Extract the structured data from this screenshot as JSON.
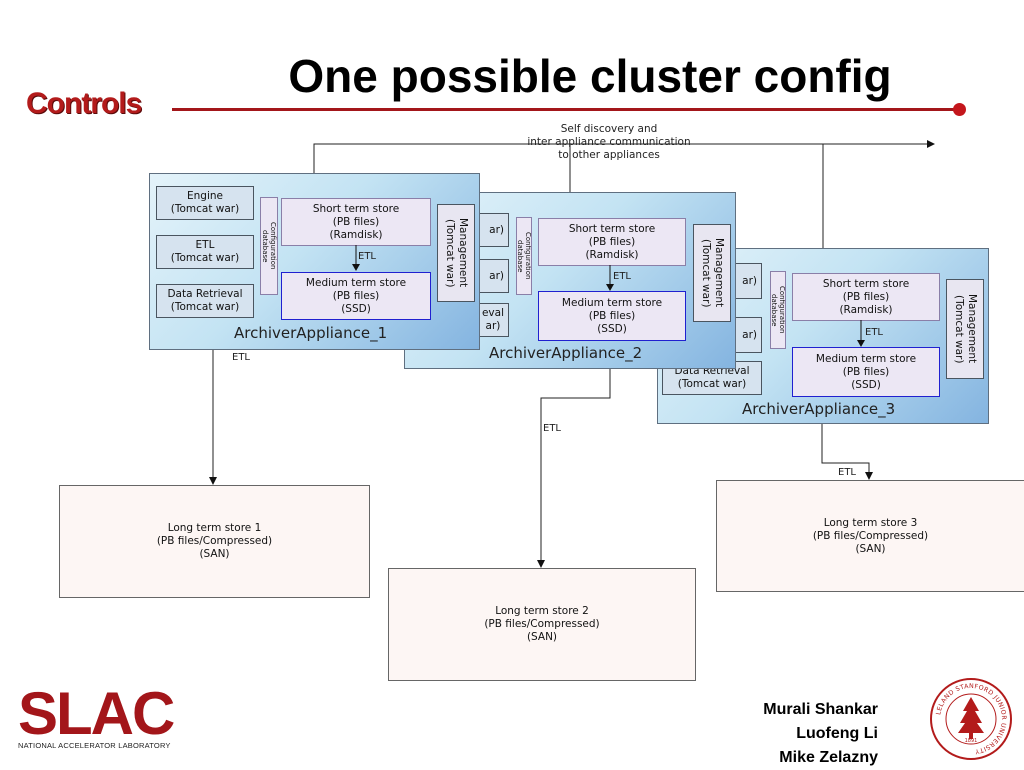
{
  "slide": {
    "title": "One possible cluster config",
    "section_label": "Controls"
  },
  "diagram": {
    "self_discovery_note": "Self discovery and\ninter appliance communication\nto other appliances",
    "appliances": [
      {
        "name": "ArchiverAppliance_1",
        "engine": "Engine\n(Tomcat war)",
        "etl": "ETL\n(Tomcat war)",
        "data_retrieval": "Data Retrieval\n(Tomcat war)",
        "config_db": "Configuration\ndatabase",
        "short_term": "Short term store\n(PB files)\n(Ramdisk)",
        "etl_label": "ETL",
        "medium_term": "Medium term store\n(PB files)\n(SSD)",
        "management": "Management\n(Tomcat war)"
      },
      {
        "name": "ArchiverAppliance_2",
        "engine_partial": "ar)",
        "etl_partial": "ar)",
        "data_retrieval_partial": "eval\nar)",
        "config_db": "Configuration\ndatabase",
        "short_term": "Short term store\n(PB files)\n(Ramdisk)",
        "etl_label": "ETL",
        "medium_term": "Medium term store\n(PB files)\n(SSD)",
        "management": "Management\n(Tomcat war)"
      },
      {
        "name": "ArchiverAppliance_3",
        "engine_partial": "ar)",
        "etl_partial": "ar)",
        "data_retrieval": "Data Retrieval\n(Tomcat war)",
        "config_db": "Configuration\ndatabase",
        "short_term": "Short term store\n(PB files)\n(Ramdisk)",
        "etl_label": "ETL",
        "medium_term": "Medium term store\n(PB files)\n(SSD)",
        "management": "Management\n(Tomcat war)"
      }
    ],
    "long_term_stores": [
      "Long term store 1\n(PB files/Compressed)\n(SAN)",
      "Long term store 2\n(PB files/Compressed)\n(SAN)",
      "Long term store 3\n(PB files/Compressed)\n(SAN)"
    ],
    "etl_connector_label": "ETL"
  },
  "footer": {
    "logo_text": "SLAC",
    "logo_subtitle": "NATIONAL ACCELERATOR LABORATORY",
    "authors": [
      "Murali Shankar",
      "Luofeng Li",
      "Mike Zelazny"
    ],
    "seal_text": "LELAND STANFORD JUNIOR UNIVERSITY",
    "seal_year": "1891"
  },
  "colors": {
    "accent_red": "#b31b1b",
    "medium_store_border": "#2020d0"
  }
}
